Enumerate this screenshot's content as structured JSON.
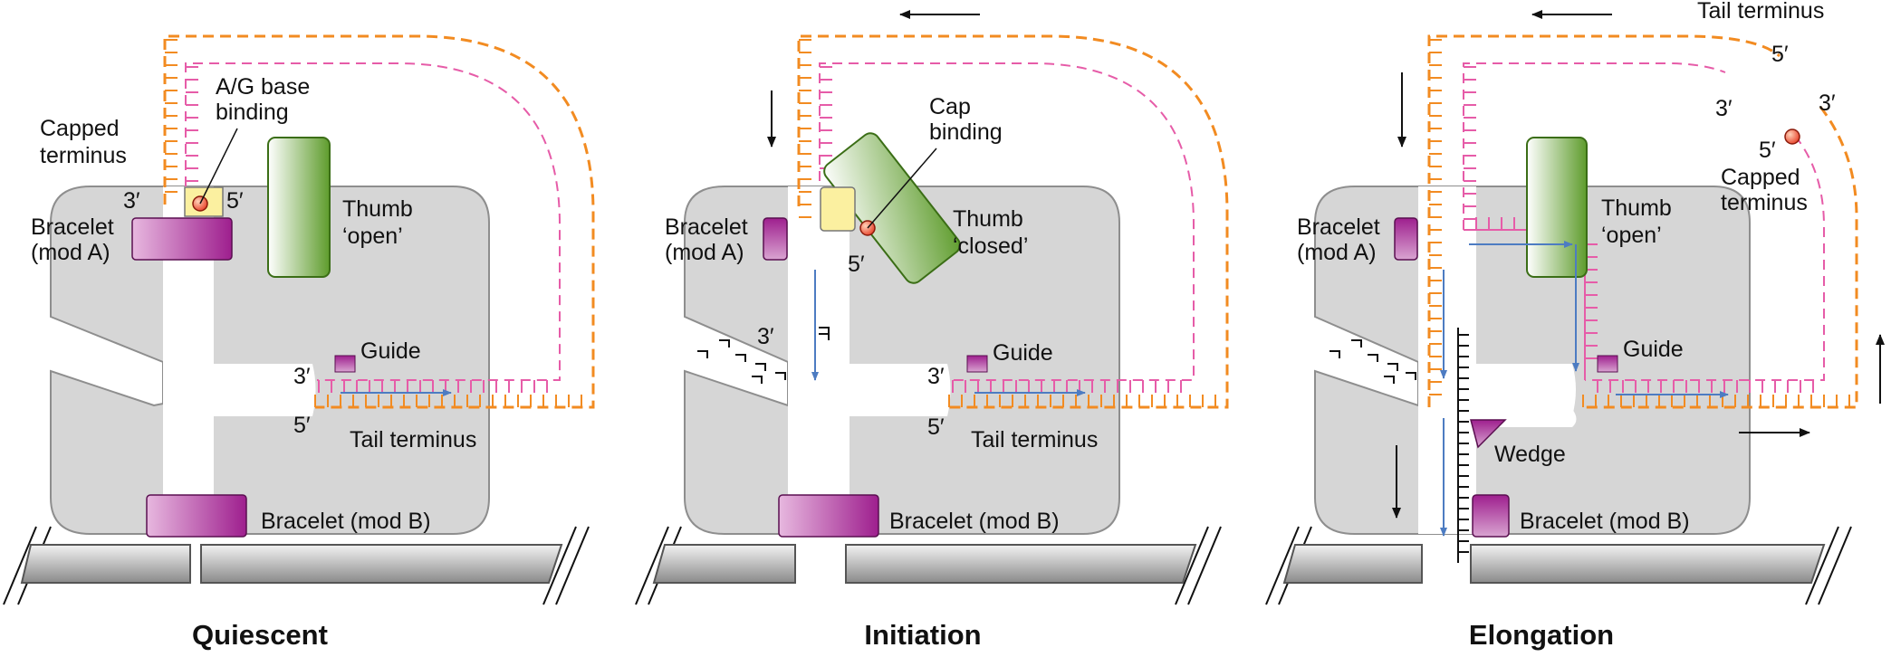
{
  "colors": {
    "body_fill": "#d6d6d6",
    "body_stroke": "#8e8e8e",
    "bracelet": "#9e1f8e",
    "thumb": "#5e9c2c",
    "template_strand": "#f28b21",
    "primer_strand": "#e65ca8",
    "arrow_blue": "#4d7cc2",
    "membrane": "#8a8a8a",
    "cap_fill": "#fbf0a0",
    "cap_dot": "#e8422a"
  },
  "icons": [
    "cap-dot-icon",
    "movement-arrow-icon",
    "wedge-icon"
  ],
  "panels": [
    {
      "title": "Quiescent",
      "labels": {
        "capped_terminus": "Capped terminus",
        "ag_binding": "A/G base binding",
        "three_prime": "3′",
        "five_prime": "5′",
        "bracelet_a": "Bracelet (mod A)",
        "thumb": "Thumb ‘open’",
        "guide": "Guide",
        "tail_3": "3′",
        "tail_5": "5′",
        "tail_terminus": "Tail terminus",
        "bracelet_b": "Bracelet (mod B)"
      }
    },
    {
      "title": "Initiation",
      "labels": {
        "cap_binding": "Cap binding",
        "bracelet_a": "Bracelet (mod A)",
        "thumb": "Thumb ‘closed’",
        "five_prime": "5′",
        "three_prime": "3′",
        "guide": "Guide",
        "tail_3": "3′",
        "tail_5": "5′",
        "tail_terminus": "Tail terminus",
        "bracelet_b": "Bracelet (mod B)"
      }
    },
    {
      "title": "Elongation",
      "labels": {
        "tail_terminus": "Tail terminus",
        "tail_5": "5′",
        "three_prime_a": "3′",
        "three_prime_b": "3′",
        "five_prime": "5′",
        "capped_terminus": "Capped terminus",
        "bracelet_a": "Bracelet (mod A)",
        "thumb": "Thumb ‘open’",
        "guide": "Guide",
        "wedge": "Wedge",
        "bracelet_b": "Bracelet (mod B)"
      }
    }
  ]
}
